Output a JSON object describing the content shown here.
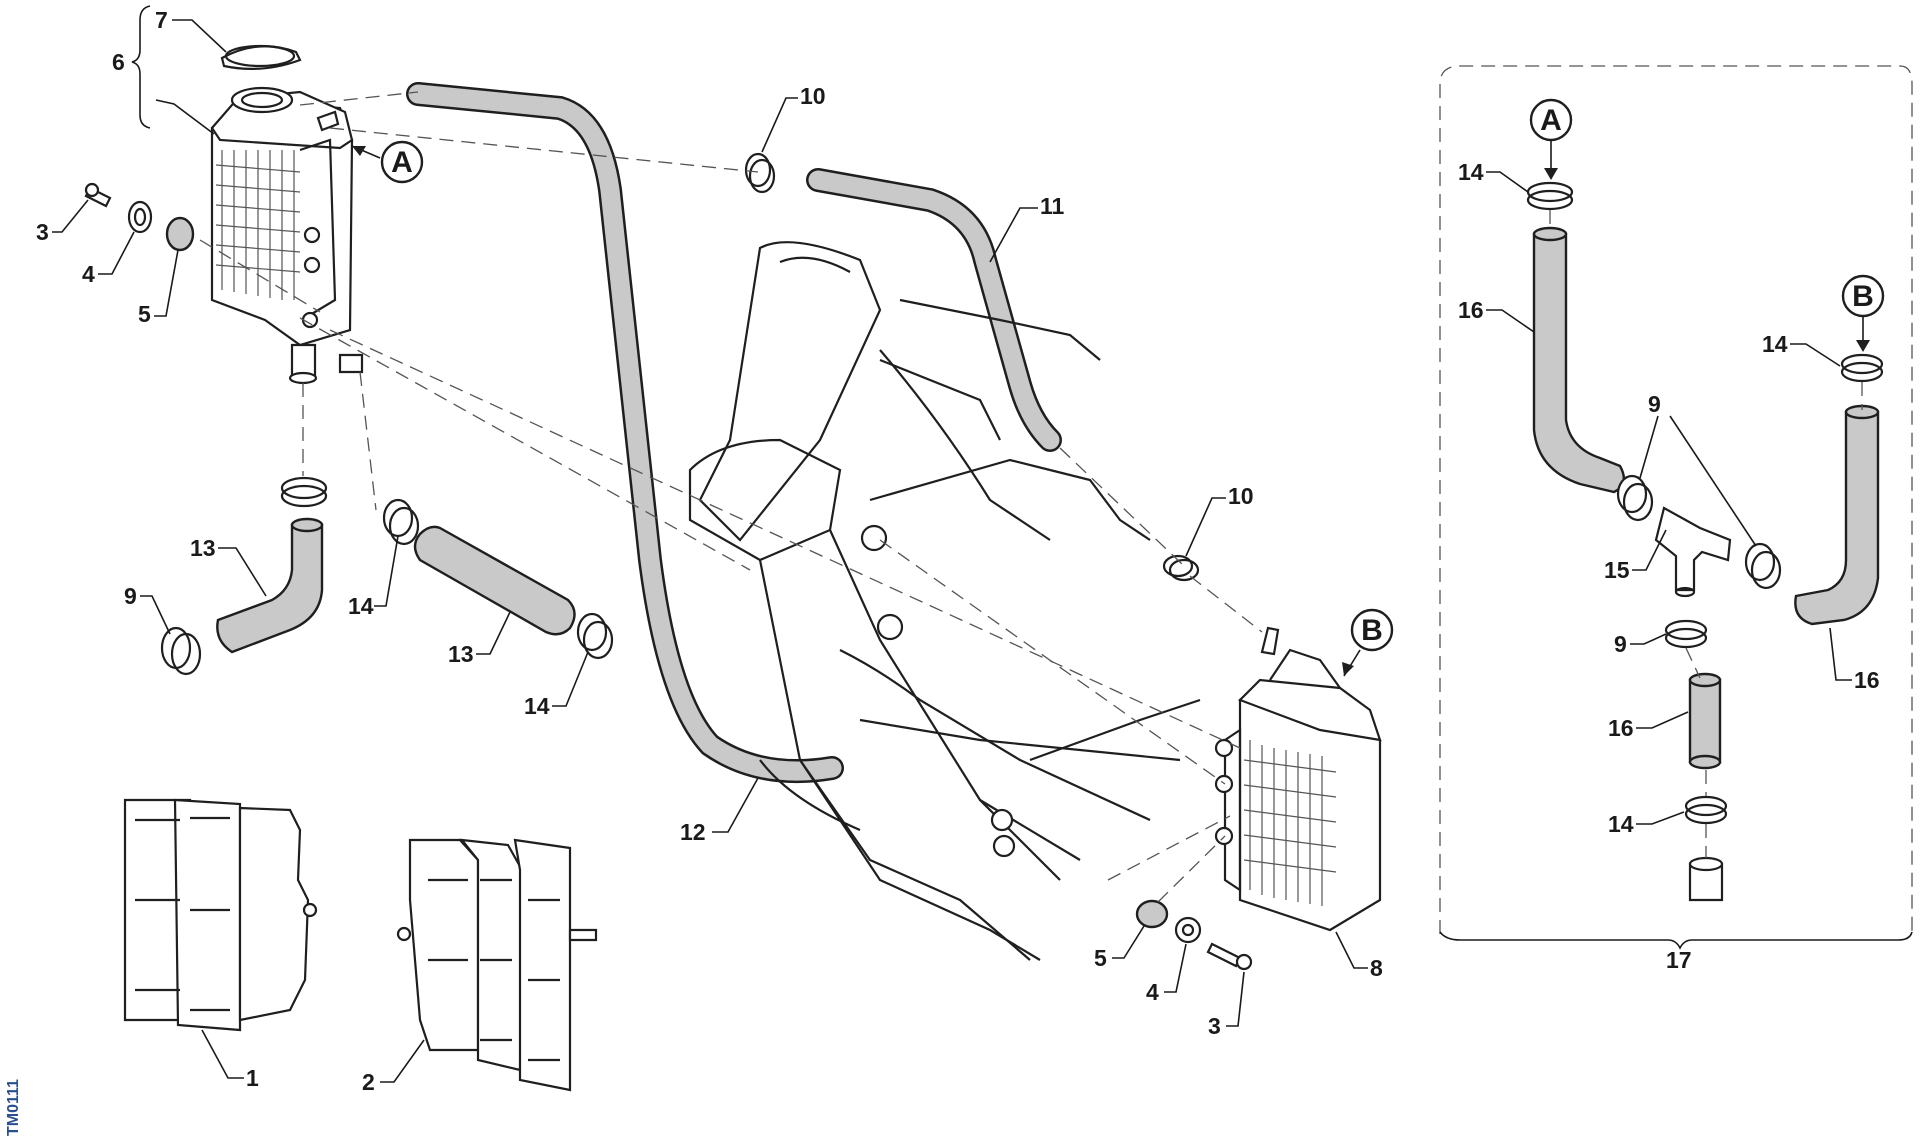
{
  "diagram": {
    "code": "TM0111",
    "callouts": {
      "c1": "1",
      "c2": "2",
      "c3a": "3",
      "c3b": "3",
      "c4a": "4",
      "c4b": "4",
      "c5a": "5",
      "c5b": "5",
      "c6": "6",
      "c7": "7",
      "c8": "8",
      "c9a": "9",
      "c9b": "9",
      "c9c": "9",
      "c10a": "10",
      "c10b": "10",
      "c11": "11",
      "c12": "12",
      "c13a": "13",
      "c13b": "13",
      "c14a": "14",
      "c14b": "14",
      "c14c": "14",
      "c14d": "14",
      "c14e": "14",
      "c15": "15",
      "c16a": "16",
      "c16b": "16",
      "c16c": "16",
      "c17": "17"
    },
    "markers": {
      "A_left": "A",
      "B_right": "B",
      "A_kit": "A",
      "B_kit": "B"
    }
  }
}
